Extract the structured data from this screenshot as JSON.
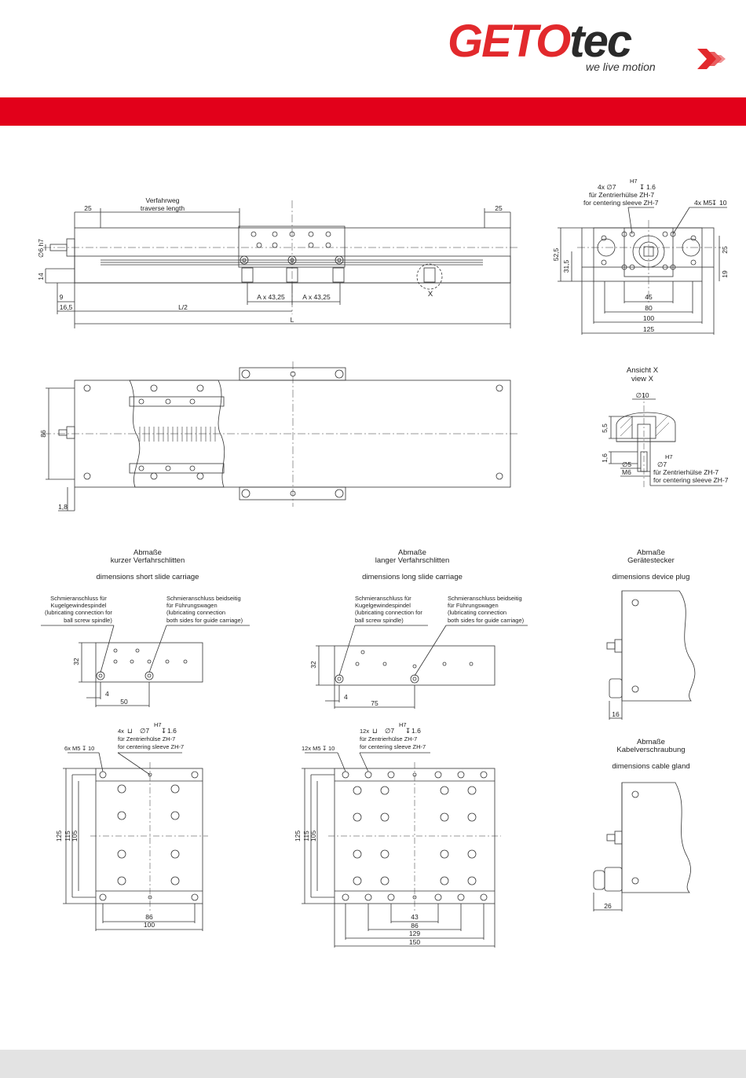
{
  "header": {
    "brand_red": "GETO",
    "brand_dark": "tec",
    "tagline": "we live motion",
    "accent_color": "#e2001a"
  },
  "side_view": {
    "traverse_de": "Verfahrweg",
    "traverse_en": "traverse length",
    "dim_25_left": "25",
    "dim_25_right": "25",
    "dia_shaft": "∅6 h7",
    "dim_14": "14",
    "dim_9": "9",
    "dim_16_5": "16,5",
    "half_length": "L/2",
    "length": "L",
    "pitch_1": "A x 43,25",
    "pitch_2": "A x 43,25",
    "detail_marker": "X"
  },
  "end_view": {
    "centering_note": "4x ∅7",
    "tolerance": "H7",
    "depth_1": "1.6",
    "centering_de": "für Zentrierhülse ZH-7",
    "centering_en": "for centering sleeve ZH-7",
    "thread_note": "4x M5",
    "thread_depth": "10",
    "dim_52_5": "52,5",
    "dim_31_5": "31,5",
    "dim_25": "25",
    "dim_19": "19",
    "dim_45": "45",
    "dim_80": "80",
    "dim_100": "100",
    "dim_125": "125"
  },
  "top_view": {
    "dim_86": "86",
    "dim_1_8": "1,8"
  },
  "detail_x": {
    "title_de": "Ansicht X",
    "title_en": "view X",
    "dia_10": "∅10",
    "dim_5_5": "5,5",
    "dim_1_6": "1,6",
    "dia_5": "∅5",
    "thread": "M6",
    "tolerance": "H7",
    "dia_7": "∅7",
    "centering_de": "für Zentrierhülse ZH-7",
    "centering_en": "for centering sleeve ZH-7"
  },
  "sections": {
    "short": {
      "heading_de": "Abmaße",
      "sub_de": "kurzer Verfahrschlitten",
      "title_en": "dimensions short slide carriage"
    },
    "long": {
      "heading_de": "Abmaße",
      "sub_de": "langer Verfahrschlitten",
      "title_en": "dimensions long slide carriage"
    },
    "plug": {
      "heading_de": "Abmaße",
      "sub_de": "Gerätestecker",
      "title_en": "dimensions device plug"
    },
    "gland": {
      "heading_de": "Abmaße",
      "sub_de": "Kabelverschraubung",
      "title_en": "dimensions cable gland"
    }
  },
  "short_carriage": {
    "lube_spindle": [
      "Schmieranschluss für",
      "Kugelgewindespindel",
      "(lubricating connection for",
      "ball screw spindle)"
    ],
    "lube_guide": [
      "Schmieranschluss beidseitig",
      "für Führungswagen",
      "(lubricating connection",
      "both sides for guide carriage)"
    ],
    "dim_32": "32",
    "dim_4": "4",
    "dim_50": "50",
    "thread_note": "6x M5",
    "thread_depth": "10",
    "centering_note": "4x",
    "dia_7": "∅7",
    "tolerance": "H7",
    "depth": "1.6",
    "centering_de": "für Zentrierhülse ZH-7",
    "centering_en": "for centering sleeve ZH-7",
    "dim_125": "125",
    "dim_115": "115",
    "dim_105": "105",
    "dim_86": "86",
    "dim_100": "100"
  },
  "long_carriage": {
    "lube_spindle": [
      "Schmieranschluss für",
      "Kugelgewindespindel",
      "(lubricating connection for",
      "ball screw spindle)"
    ],
    "lube_guide": [
      "Schmieranschluss beidseitig",
      "für Führungswagen",
      "(lubricating connection",
      "both sides for guide carriage)"
    ],
    "dim_32": "32",
    "dim_4": "4",
    "dim_75": "75",
    "thread_note": "12x M5",
    "thread_depth": "10",
    "centering_note": "12x",
    "dia_7": "∅7",
    "tolerance": "H7",
    "depth": "1.6",
    "centering_de": "für Zentrierhülse ZH-7",
    "centering_en": "for centering sleeve ZH-7",
    "dim_125": "125",
    "dim_115": "115",
    "dim_105": "105",
    "dim_43": "43",
    "dim_86": "86",
    "dim_129": "129",
    "dim_150": "150"
  },
  "device_plug": {
    "dim_16": "16"
  },
  "cable_gland": {
    "dim_26": "26"
  }
}
